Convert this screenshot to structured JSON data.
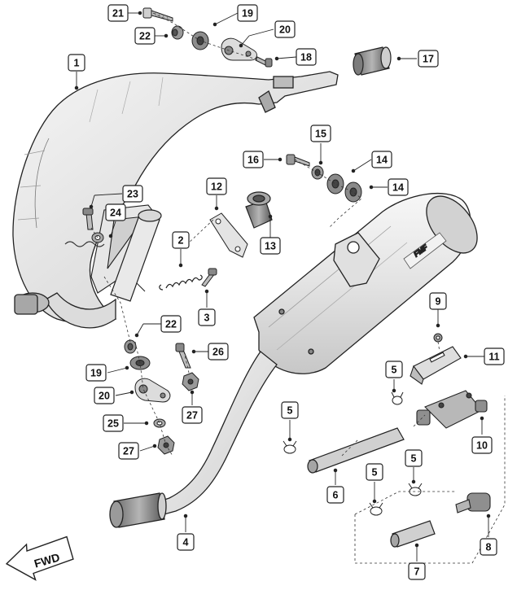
{
  "diagram": {
    "direction_label": "FWD",
    "muffler_logo": "FMF",
    "callouts": [
      {
        "id": "21",
        "label": "21"
      },
      {
        "id": "19a",
        "label": "19"
      },
      {
        "id": "22a",
        "label": "22"
      },
      {
        "id": "20a",
        "label": "20"
      },
      {
        "id": "18",
        "label": "18"
      },
      {
        "id": "17",
        "label": "17"
      },
      {
        "id": "1",
        "label": "1"
      },
      {
        "id": "15",
        "label": "15"
      },
      {
        "id": "16",
        "label": "16"
      },
      {
        "id": "14a",
        "label": "14"
      },
      {
        "id": "14b",
        "label": "14"
      },
      {
        "id": "12",
        "label": "12"
      },
      {
        "id": "23",
        "label": "23"
      },
      {
        "id": "24",
        "label": "24"
      },
      {
        "id": "13",
        "label": "13"
      },
      {
        "id": "2",
        "label": "2"
      },
      {
        "id": "3",
        "label": "3"
      },
      {
        "id": "9",
        "label": "9"
      },
      {
        "id": "22b",
        "label": "22"
      },
      {
        "id": "11",
        "label": "11"
      },
      {
        "id": "26",
        "label": "26"
      },
      {
        "id": "19b",
        "label": "19"
      },
      {
        "id": "5a",
        "label": "5"
      },
      {
        "id": "20b",
        "label": "20"
      },
      {
        "id": "27a",
        "label": "27"
      },
      {
        "id": "5b",
        "label": "5"
      },
      {
        "id": "10",
        "label": "10"
      },
      {
        "id": "25",
        "label": "25"
      },
      {
        "id": "27b",
        "label": "27"
      },
      {
        "id": "5c",
        "label": "5"
      },
      {
        "id": "6",
        "label": "6"
      },
      {
        "id": "5d",
        "label": "5"
      },
      {
        "id": "8",
        "label": "8"
      },
      {
        "id": "4",
        "label": "4"
      },
      {
        "id": "7",
        "label": "7"
      }
    ]
  }
}
